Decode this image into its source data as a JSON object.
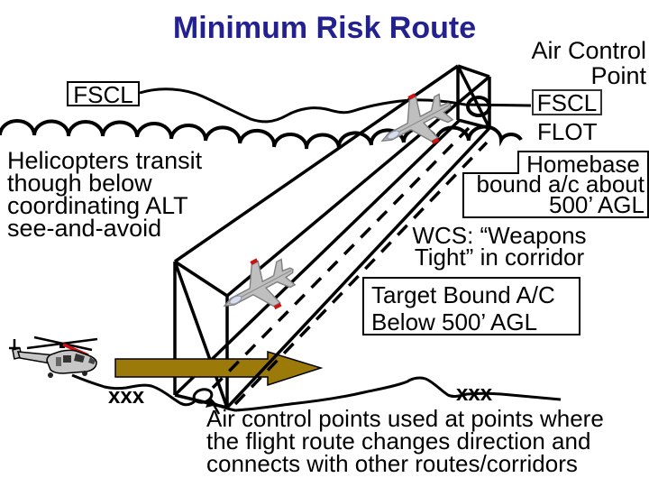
{
  "title": "Minimum Risk Route",
  "colors": {
    "title_text": "#22218F",
    "arrow_fill": "#9C7A0A",
    "diagram_line": "#000000",
    "jet_body": "#BFBFBF",
    "helicopter_body": "#C6C6C6",
    "accent_red": "#CC1111"
  },
  "labels": {
    "air_control_point": [
      "Air Control",
      "Point"
    ],
    "fscl_left": "FSCL",
    "fscl_right": "FSCL",
    "flot": "FLOT",
    "homebase": [
      "Homebase",
      "bound a/c about",
      "500’ AGL"
    ],
    "helicopter_note": [
      "Helicopters transit",
      "though below",
      "coordinating ALT",
      "see-and-avoid"
    ],
    "wcs": [
      "WCS: “Weapons",
      "Tight” in corridor"
    ],
    "target": [
      "Target Bound A/C",
      "Below 500’ AGL"
    ],
    "xxx_left": "xxx",
    "xxx_right": "xxx",
    "bottom_note": [
      "Air control points used at points where",
      "the flight route changes direction and",
      "connects with other routes/corridors"
    ]
  }
}
